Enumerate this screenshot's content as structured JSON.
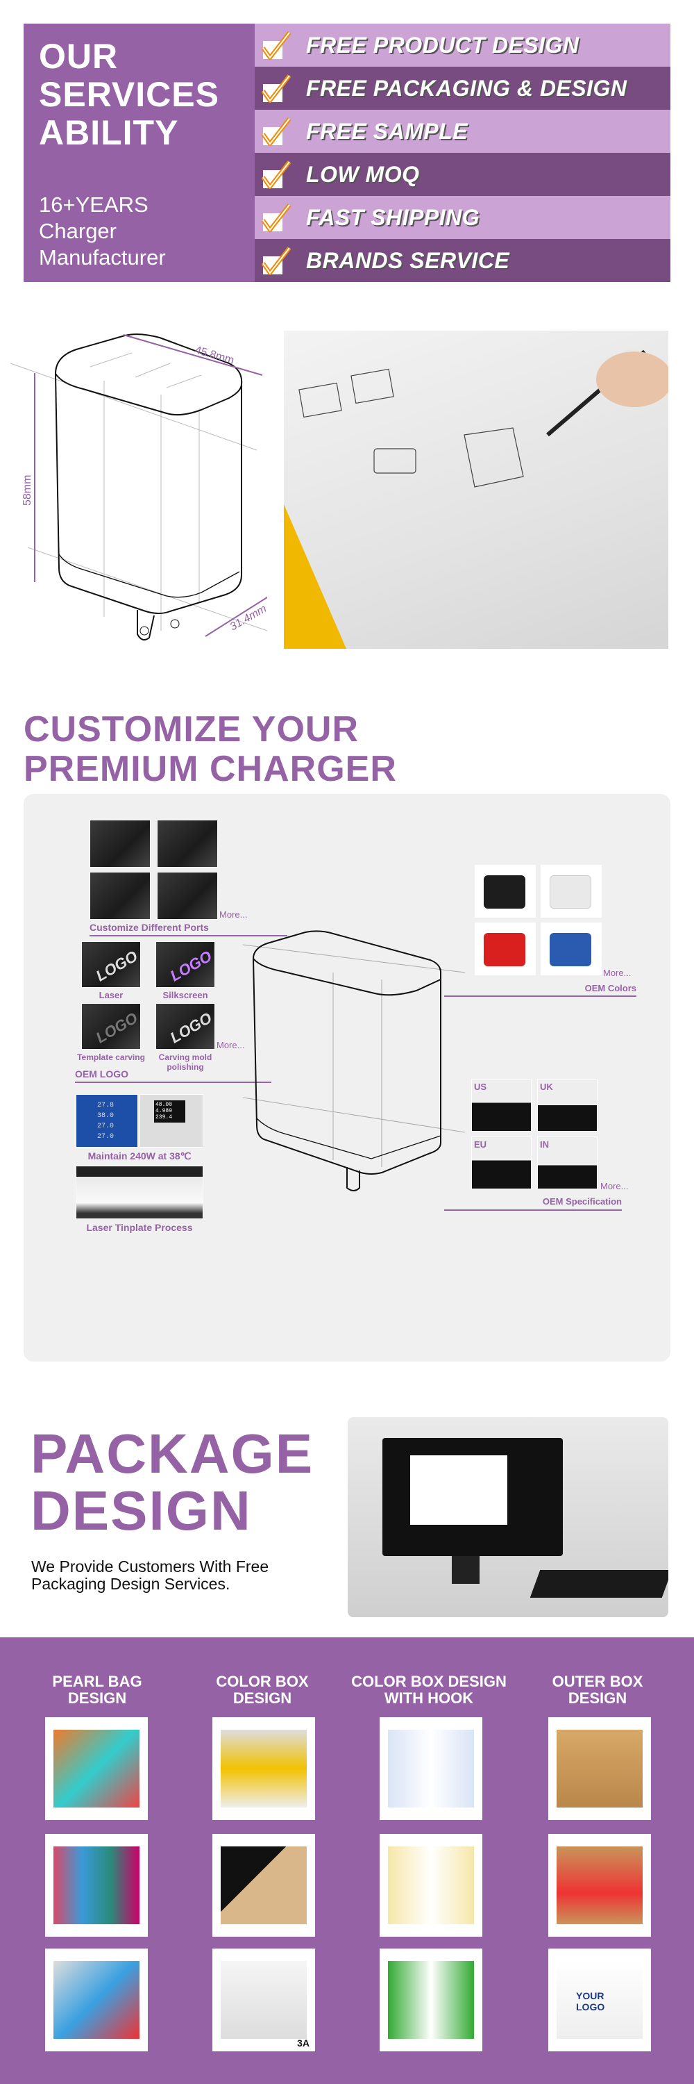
{
  "banner": {
    "title_lines": [
      "OUR",
      "SERVICES",
      "ABILITY"
    ],
    "subtitle_lines": [
      "16+YEARS",
      "Charger",
      "Manufacturer"
    ],
    "services": [
      {
        "label": "FREE PRODUCT DESIGN",
        "icon": "checkmark-icon"
      },
      {
        "label": "FREE PACKAGING & DESIGN",
        "icon": "checkmark-icon"
      },
      {
        "label": "FREE SAMPLE",
        "icon": "checkmark-icon"
      },
      {
        "label": "LOW MOQ",
        "icon": "checkmark-icon"
      },
      {
        "label": "FAST SHIPPING",
        "icon": "checkmark-icon"
      },
      {
        "label": "BRANDS SERVICE",
        "icon": "checkmark-icon"
      }
    ],
    "colors": {
      "left": "#9662a6",
      "row_light": "#cba3d5",
      "row_dark": "#784c80",
      "check": "#f08a00"
    }
  },
  "sketch": {
    "width_label": "45.8mm",
    "height_label": "58mm",
    "depth_label": "31.4mm"
  },
  "customize": {
    "title_lines": [
      "CUSTOMIZE YOUR",
      "PREMIUM CHARGER"
    ],
    "ports_label": "Customize Different Ports",
    "more": "More...",
    "logo_options": [
      "Laser",
      "Silkscreen",
      "Template carving",
      "Carving mold polishing"
    ],
    "oem_logo": "OEM LOGO",
    "logo_text": "LOGO",
    "maintain": "Maintain 240W at 38℃",
    "meter_readings": [
      "27.8",
      "38.0",
      "27.0",
      "27.0",
      "48.00",
      "4.989",
      "239.4"
    ],
    "laser": "Laser Tinplate Process",
    "oem_colors": "OEM Colors",
    "colors": [
      "#1d1d1d",
      "#eeeeee",
      "#d9201e",
      "#2a5bb0"
    ],
    "plugs": [
      "US",
      "UK",
      "EU",
      "IN"
    ],
    "oem_spec": "OEM Specification"
  },
  "package": {
    "title_lines": [
      "PACKAGE",
      "DESIGN"
    ],
    "subtitle_lines": [
      "We Provide Customers With Free",
      "Packaging Design Services."
    ],
    "columns": [
      {
        "title_lines": [
          "PEARL BAG",
          "DESIGN"
        ]
      },
      {
        "title_lines": [
          "COLOR BOX",
          "DESIGN"
        ]
      },
      {
        "title_lines": [
          "COLOR BOX DESIGN",
          "WITH HOOK"
        ]
      },
      {
        "title_lines": [
          "OUTER BOX",
          "DESIGN"
        ]
      }
    ],
    "box_logo_text": "YOUR LOGO",
    "box_label": "3A"
  }
}
